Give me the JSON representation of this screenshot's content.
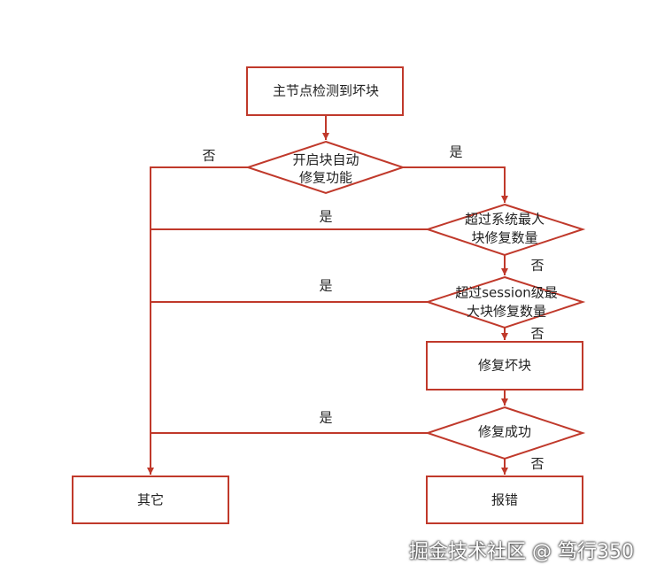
{
  "theme": {
    "line_color": "#c0392b"
  },
  "nodes": {
    "start": "主节点检测到坏块",
    "auto_repair_line1": "开启块自动",
    "auto_repair_line2": "修复功能",
    "sys_max_line1": "超过系统最人",
    "sys_max_line2": "块修复数量",
    "session_max_line1": "超过session级最",
    "session_max_line2": "大块修复数量",
    "repair": "修复坏块",
    "success": "修复成功",
    "other": "其它",
    "error": "报错"
  },
  "edges": {
    "yes": "是",
    "no": "否"
  },
  "watermark": "掘金技术社区 @ 笃行350"
}
